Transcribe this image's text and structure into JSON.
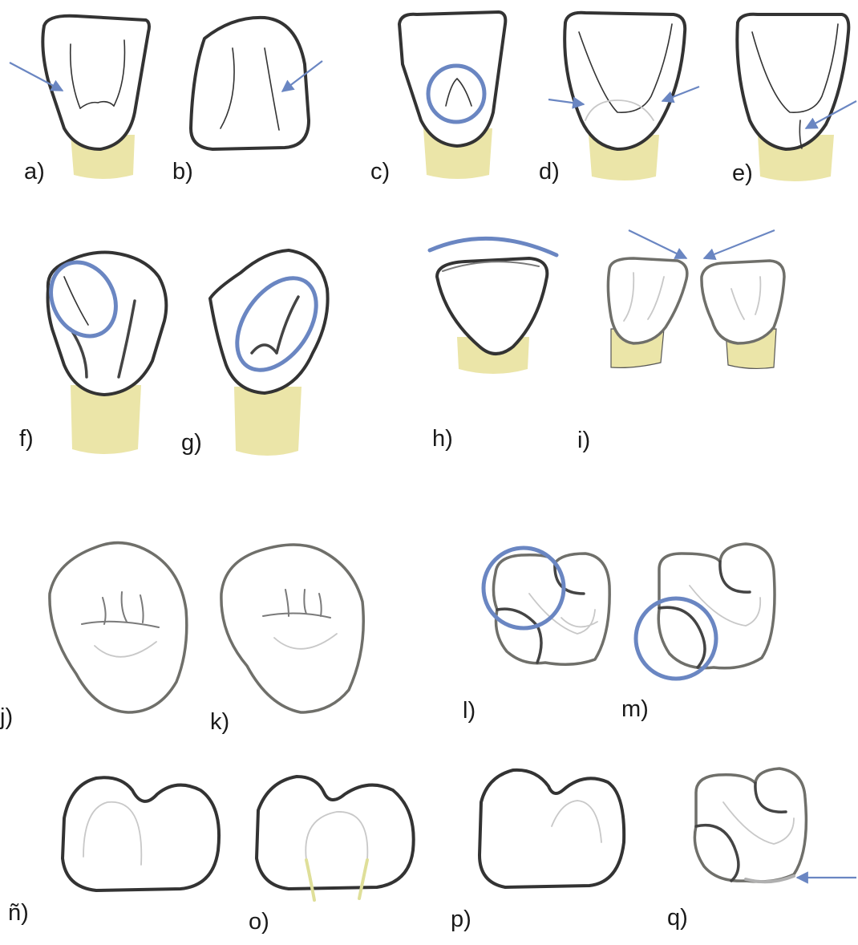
{
  "figure": {
    "labels": {
      "a": "a)",
      "b": "b)",
      "c": "c)",
      "d": "d)",
      "e": "e)",
      "f": "f)",
      "g": "g)",
      "h": "h)",
      "i": "i)",
      "j": "j)",
      "k": "k)",
      "l": "l)",
      "m": "m)",
      "n_tilde": "ñ)",
      "o": "o)",
      "p": "p)",
      "q": "q)"
    },
    "colors": {
      "outline": "#333333",
      "root": "#ebe5a8",
      "highlight": "#6a86c2",
      "grey_outline": "#6f6f6a"
    }
  }
}
